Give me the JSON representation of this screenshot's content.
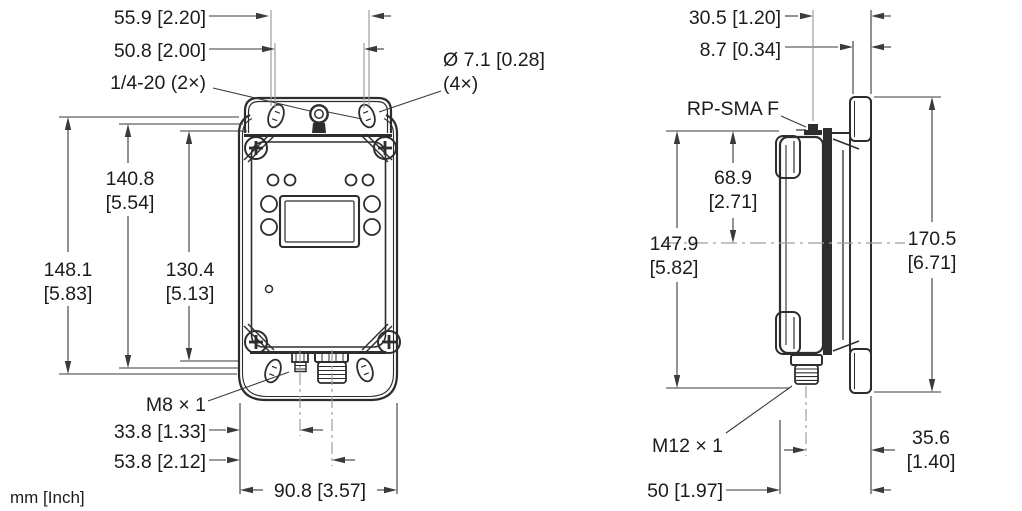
{
  "drawing": {
    "units_note": "mm [Inch]",
    "front_view": {
      "top": {
        "dim_width_outer": "55.9 [2.20]",
        "dim_width_inner": "50.8 [2.00]",
        "thread_callout": "1/4-20 (2×)",
        "hole_callout_line1": "Ø 7.1 [0.28]",
        "hole_callout_line2": "(4×)"
      },
      "left": {
        "dim_height_overall_mm": "148.1",
        "dim_height_overall_in": "[5.83]",
        "dim_height_flange_mm": "140.8",
        "dim_height_flange_in": "[5.54]",
        "dim_height_body_mm": "130.4",
        "dim_height_body_in": "[5.13]"
      },
      "bottom": {
        "connector_callout": "M8 × 1",
        "dim_m8_offset": "33.8 [1.33]",
        "dim_m12_offset": "53.8 [2.12]",
        "dim_width_overall": "90.8 [3.57]"
      }
    },
    "side_view": {
      "top": {
        "dim_antenna_offset": "30.5 [1.20]",
        "dim_flange_thickness": "8.7 [0.34]",
        "antenna_callout": "RP-SMA F"
      },
      "middle": {
        "dim_top_to_center_mm": "68.9",
        "dim_top_to_center_in": "[2.71]",
        "dim_height_mm": "147.9",
        "dim_height_in": "[5.82]",
        "dim_bracket_height_mm": "170.5",
        "dim_bracket_height_in": "[6.71]"
      },
      "bottom": {
        "connector_callout": "M12 × 1",
        "dim_depth_mm": "35.6",
        "dim_depth_in": "[1.40]",
        "dim_depth_overall": "50 [1.97]"
      }
    }
  },
  "colors": {
    "background": "#ffffff",
    "line": "#2d2d2d",
    "dimension_line": "#3a3a3a",
    "auxiliary_line": "#9aa0a4",
    "text": "#1c1c1c"
  }
}
